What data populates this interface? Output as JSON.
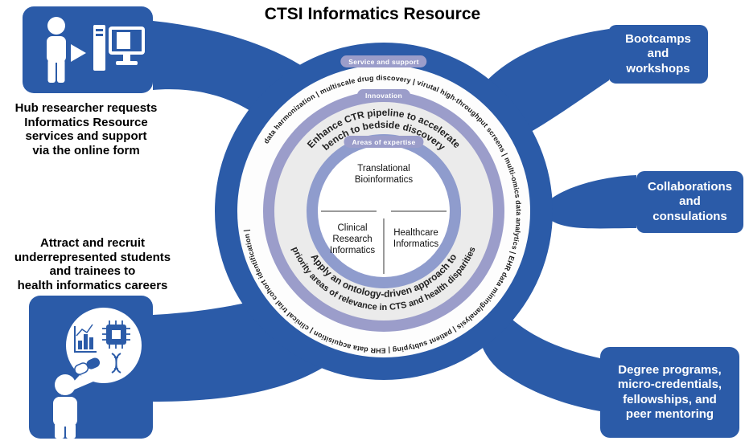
{
  "title": "CTSI Informatics Resource",
  "left": {
    "hub_caption": "Hub researcher requests\nInformatics Resource\nservices and support\nvia the online form",
    "attract_caption": "Attract and recruit\nunderrepresented students\nand trainees to\nhealth informatics careers"
  },
  "right_boxes": [
    {
      "label": "Bootcamps\nand\nworkshops"
    },
    {
      "label": "Collaborations\nand\nconsulations"
    },
    {
      "label": "Degree programs,\nmicro-credentials,\nfellowships, and\npeer mentoring"
    }
  ],
  "diagram": {
    "ring_labels": {
      "service": "Service and support",
      "innovation": "Innovation",
      "expertise": "Areas of expertise"
    },
    "service_terms": [
      "data harmonization",
      "multiscale drug discovery",
      "virutal high-throughput screens",
      "multi-omics data analytics",
      "EHR data mining/analysis",
      "patient subtyping",
      "EHR data acquisition",
      "clinical trial cohort identification"
    ],
    "terms_ring_text": "data harmonization | multiscale drug discovery | virutal high-throughput screens | multi-omics data analytics | EHR data mining/analysis | patient subtyping | EHR data acquisition | clinical trial cohort identification |",
    "innovation_top_line1": "Enhance CTR pipeline to accelerate",
    "innovation_top_line2": "bench to bedside discovery",
    "innovation_bottom_line1": "Apply an ontology-driven approach to",
    "innovation_bottom_line2": "priority areas of relevance in CTS and health disparities",
    "core_areas": {
      "top": "Translational\nBioinformatics",
      "bottom_left": "Clinical\nResearch\nInformatics",
      "bottom_right": "Healthcare\nInformatics"
    }
  },
  "icons": {
    "top_left_box": [
      "person-icon",
      "pointer-icon",
      "computer-icon"
    ],
    "bottom_left_box": [
      "speech-bubble-icon",
      "person-icon",
      "bar-chart-icon",
      "cpu-icon",
      "pill-icon",
      "dna-icon"
    ]
  },
  "colors": {
    "blue": "#2b5ba8",
    "lavender": "#9b9dca",
    "periwinkle": "#8f9ccd",
    "ring_gray": "#ebebeb"
  }
}
